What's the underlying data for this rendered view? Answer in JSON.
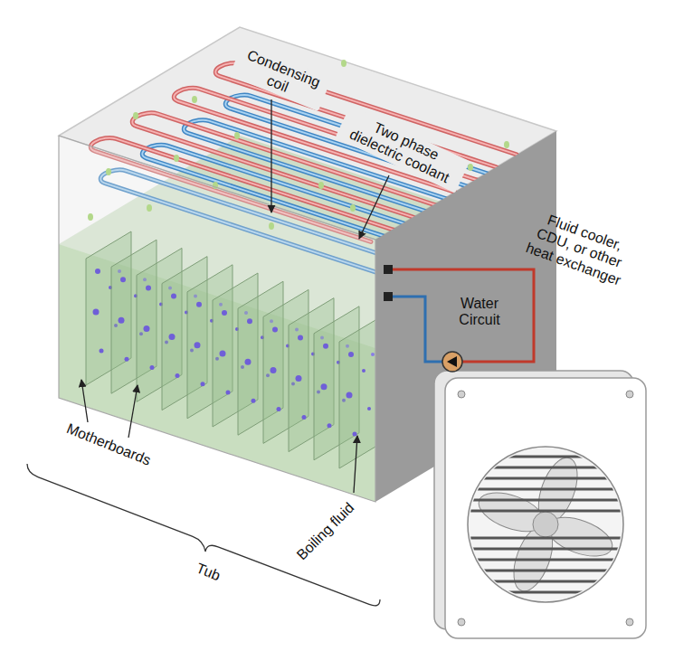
{
  "diagram": {
    "labels": [
      "Condensing coil",
      "Two phase dielectric coolant",
      "Fluid cooler, CDU, or other heat exchanger",
      "Water Circuit",
      "Motherboards",
      "Tub",
      "Boiling fluid"
    ]
  }
}
